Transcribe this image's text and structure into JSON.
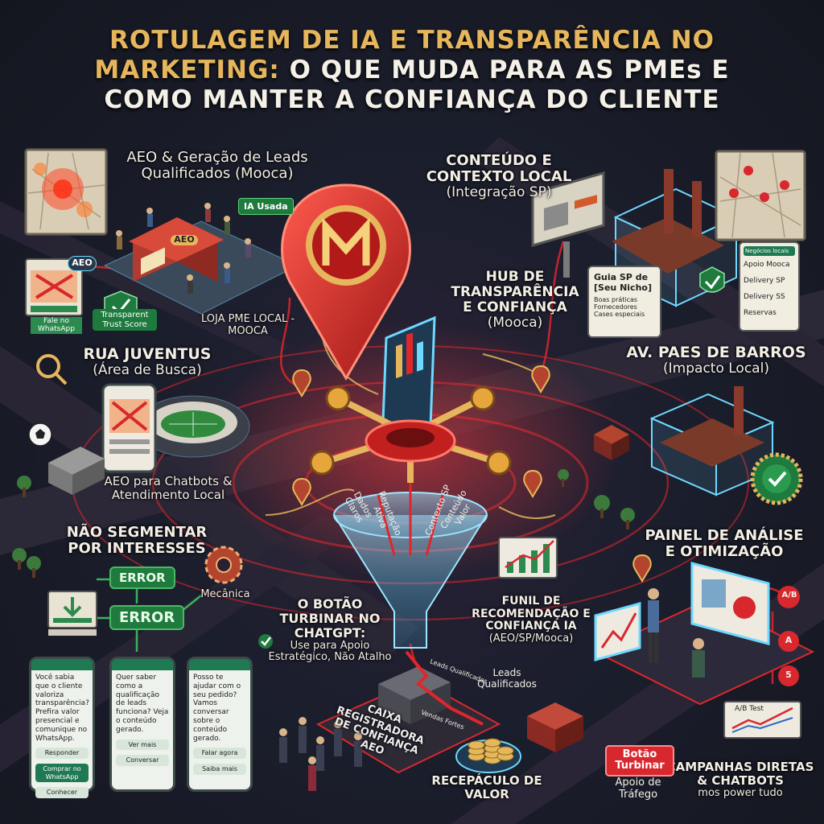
{
  "title": {
    "line1_gold": "ROTULAGEM DE IA E TRANSPARÊNCIA NO",
    "line2_gold": "MARKETING:",
    "line2_white": "O QUE MUDA PARA AS PMEs E",
    "line3_white": "COMO MANTER A CONFIANÇA DO CLIENTE"
  },
  "sections": {
    "aeo_leads": {
      "title": "AEO & Geração de Leads Qualificados",
      "sub": "(Mooca)"
    },
    "conteudo": {
      "title": "CONTEÚDO E CONTEXTO LOCAL",
      "sub": "(Integração SP)"
    },
    "hub": {
      "title": "HUB DE TRANSPARÊNCIA E CONFIANÇA",
      "sub": "(Mooca)"
    },
    "loja": {
      "title": "LOJA PME LOCAL - MOOCA"
    },
    "rua": {
      "title": "RUA JUVENTUS",
      "sub": "(Área de Busca)"
    },
    "av": {
      "title": "AV. PAES DE BARROS",
      "sub": "(Impacto Local)"
    },
    "aeo_chat": {
      "title": "AEO para Chatbots & Atendimento Local"
    },
    "nao_seg": {
      "title": "NÃO SEGMENTAR POR INTERESSES"
    },
    "painel": {
      "title": "PAINEL DE ANÁLISE E OTIMIZAÇÃO"
    },
    "botao": {
      "title": "O BOTÃO TURBINAR NO CHATGPT:",
      "sub": "Use para Apoio Estratégico, Não Atalho"
    },
    "funil": {
      "title": "FUNIL DE RECOMENDAÇÃO E CONFIANÇA IA",
      "sub": "(AEO/SP/Mooca)"
    },
    "recep": {
      "title": "RECEPÁCULO DE VALOR"
    },
    "campanhas": {
      "title": "CAMPANHAS DIRETAS & CHATBOTS",
      "sub": "mos power tudo"
    },
    "caixa": {
      "title": "CAIXA REGISTRADORA DE CONFIANÇA AEO"
    }
  },
  "small": {
    "ia_usada": "IA Usada",
    "aeo_sign": "AEO",
    "aeo_badge": "AEO",
    "transparent_score": "Transparent Trust Score",
    "fale_whatsapp": "Fale no WhatsApp",
    "guia": "Guia SP de [Seu Nicho]",
    "guia_lines": [
      "Boas práticas",
      "Fornecedores",
      "Cases especiais"
    ],
    "apps": [
      "Apoio Mooca",
      "Delivery SP",
      "Delivery SS",
      "Reservas"
    ],
    "apps_header": "Negócios locais",
    "mecanica": "Mecânica",
    "error1": "ERROR",
    "error2": "ERROR",
    "leads": "Leads Qualificados",
    "ab_test": "A/B Test",
    "ab": "A/B",
    "a": "A",
    "b": "5",
    "botao_turbinar": "Botão Turbinar",
    "apoio": "Apoio de Tráfego",
    "funnel_words": [
      "Dados Claros",
      "Reputação Ativa",
      "Contexto SP",
      "Conteúdo Valor"
    ],
    "caixa_tags": [
      "Leads Qualificados",
      "Vendas Fortes"
    ]
  },
  "phones": [
    {
      "text": "Você sabia que o cliente valoriza transparência? Prefira valor presencial e comunique no WhatsApp.",
      "btn1": "Responder",
      "btn2": "Comprar no WhatsApp",
      "btn3": "Conhecer"
    },
    {
      "text": "Quer saber como a qualificação de leads funciona? Veja o conteúdo gerado.",
      "btn1": "Ver mais",
      "btn2": "Conversar"
    },
    {
      "text": "Posso te ajudar com o seu pedido? Vamos conversar sobre o conteúdo gerado.",
      "btn1": "Falar agora",
      "btn2": "Saiba mais"
    }
  ],
  "colors": {
    "gold": "#e6b65c",
    "red": "#d9272e",
    "green": "#1f7a3e",
    "cyan": "#6fd8ff",
    "road": "#3a3346"
  },
  "icons": [
    "map-pin-icon",
    "magnifier-icon",
    "gear-icon",
    "check-shield-icon",
    "funnel-icon",
    "coins-icon",
    "soccer-ball-icon"
  ]
}
